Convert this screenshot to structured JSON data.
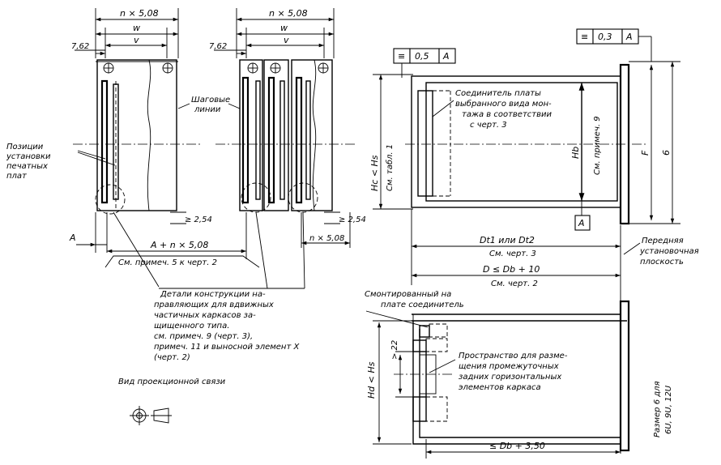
{
  "left_view": {
    "dim_n508": "n × 5,08",
    "dim_w": "w",
    "dim_v": "v",
    "dim_762": "7,62",
    "label_guides": [
      "Шаговые",
      "линии"
    ],
    "label_positions": [
      "Позиции",
      "установки",
      "печатных",
      "плат"
    ]
  },
  "middle_view": {
    "dim_n508": "n × 5,08",
    "dim_w": "w",
    "dim_v": "v",
    "dim_762": "7,62"
  },
  "lower_dims": {
    "ge254_a": "≥ 2,54",
    "ge254_b": "≥ 2,54",
    "dim_A": "A",
    "dim_A_n508": "A + n × 5,08",
    "see_note5": "См. примеч. 5 к черт. 2",
    "dim_n508_small": "n × 5,08"
  },
  "details_note": [
    "Детали конструкции на-",
    "правляющих для вдвижных",
    "частичных каркасов за-",
    "щищенного типа.",
    "см. примеч. 9  (черт. 3),",
    "примеч. 11 и выносной элемент X",
    "(черт. 2)"
  ],
  "projection": {
    "label": "Вид проекционной связи"
  },
  "right_upper": {
    "tol_left": {
      "sym": "≡",
      "value": "0,5",
      "datum": "A"
    },
    "tol_right": {
      "sym": "≡",
      "value": "0,3",
      "datum": "A"
    },
    "connector_note": [
      "Соединитель платы",
      "выбранного вида мон-",
      "тажа в соответствии",
      "с черт. 3"
    ],
    "hc": "Hc < Hs",
    "see_tab1": "См. табл. 1",
    "hb": "Hb",
    "see_note9": "См. примеч. 9",
    "F": "F",
    "six": "6",
    "datum_A": "A",
    "dt": "Dt1 или Dt2",
    "see_drw3": "См. черт. 3",
    "front_plane": [
      "Передняя",
      "установочная",
      "плоскость"
    ],
    "d_le": "D ≤ Db + 10",
    "see_drw2": "См. черт. 2"
  },
  "right_lower": {
    "mounted": [
      "Смонтированный на",
      "плате соединитель"
    ],
    "space": [
      "Пространство для разме-",
      "щения промежуточных",
      "задних горизонтальных",
      "элементов каркаса"
    ],
    "ge22": "> 22",
    "hd": "Hd < Hs",
    "size6": [
      "Размер 6 для",
      "6U, 9U, 12U"
    ],
    "bottom_dim": "≤ Db + 3,50"
  }
}
